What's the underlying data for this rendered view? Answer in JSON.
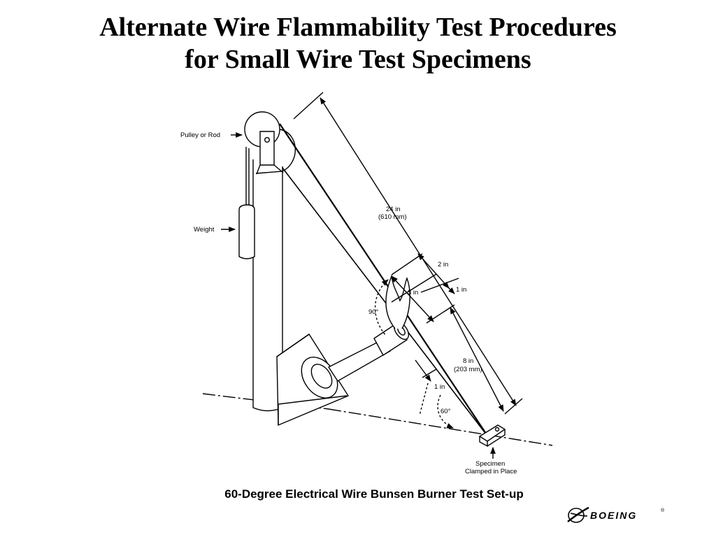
{
  "slide": {
    "title_line1": "Alternate Wire Flammability Test Procedures",
    "title_line2": "for Small Wire Test Specimens",
    "caption": "60-Degree Electrical Wire Bunsen Burner Test Set-up"
  },
  "diagram": {
    "labels": {
      "pulley": "Pulley or Rod",
      "weight": "Weight",
      "dim_24_a": "24 in",
      "dim_24_b": "(610 mm)",
      "dim_2in": "2 in",
      "dim_1in_top": "1 in",
      "dim_3in": "3 in",
      "angle_90": "90°",
      "dim_8_a": "8 in",
      "dim_8_b": "(203 mm)",
      "dim_1in_bottom": "1 in",
      "angle_60": "60°",
      "specimen_a": "Specimen",
      "specimen_b": "Clamped in Place"
    }
  },
  "logo": {
    "text": "BOEING",
    "registered": "®",
    "icon": "boeing-logo-icon"
  }
}
